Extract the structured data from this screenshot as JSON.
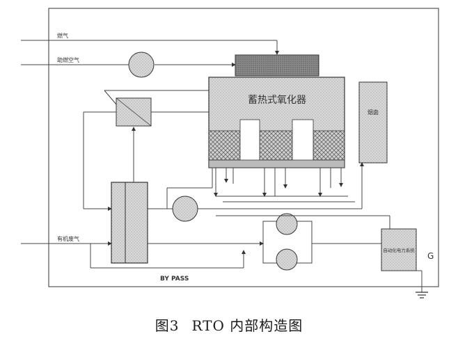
{
  "diagram": {
    "inputs": {
      "gas": "燃气",
      "combustion_air": "助燃空气",
      "exhaust_in": "有机废气"
    },
    "units": {
      "oxidizer": "蓄热式氧化器",
      "chimney": "烟囱",
      "electrical": "自动化电力系统",
      "ground": "G",
      "bypass": "BY PASS"
    }
  },
  "caption": {
    "figure": "图3",
    "title": "RTO 内部构造图"
  }
}
